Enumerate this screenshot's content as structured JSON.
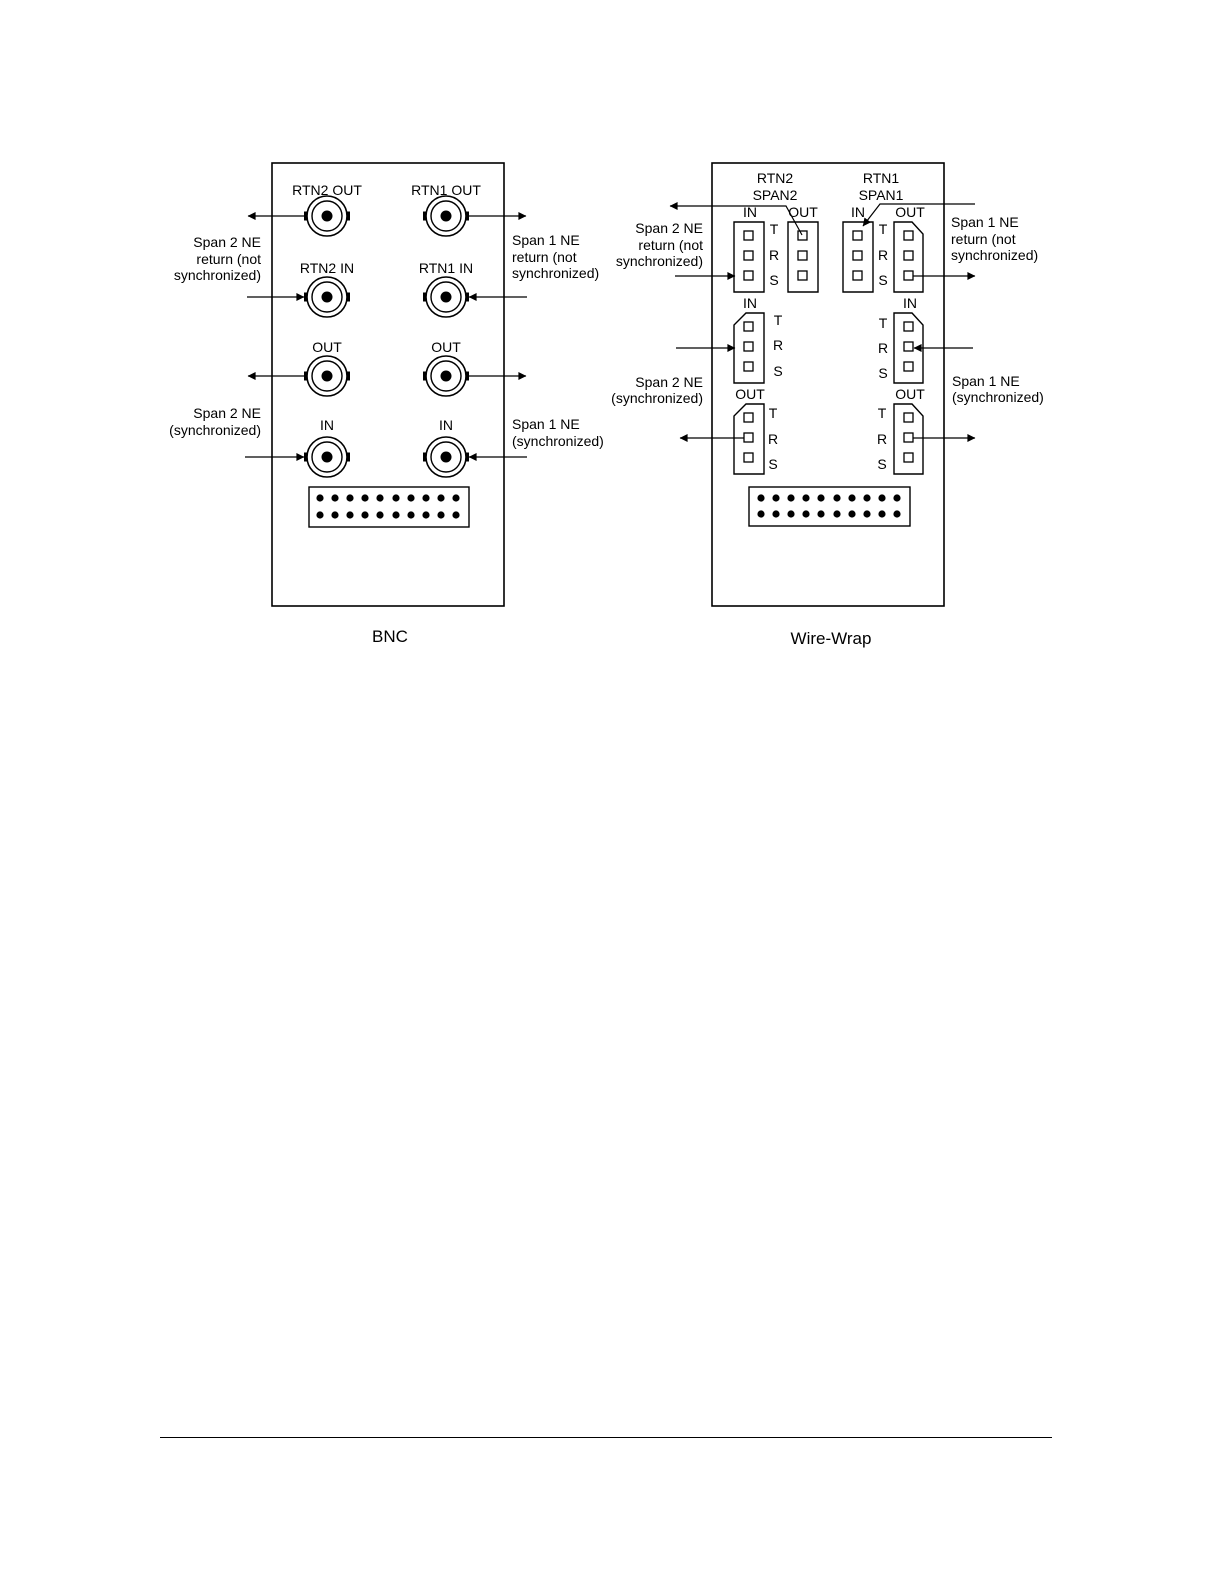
{
  "bnc": {
    "caption": "BNC",
    "labels": {
      "rtn2_out": "RTN2 OUT",
      "rtn1_out": "RTN1 OUT",
      "rtn2_in": "RTN2 IN",
      "rtn1_in": "RTN1 IN",
      "out_left": "OUT",
      "out_right": "OUT",
      "in_left": "IN",
      "in_right": "IN"
    },
    "left_notes": {
      "return_line1": "Span 2 NE",
      "return_line2": "return (not",
      "return_line3": "synchronized)",
      "sync_line1": "Span 2 NE",
      "sync_line2": "(synchronized)"
    },
    "right_notes": {
      "return_line1": "Span 1 NE",
      "return_line2": "return (not",
      "return_line3": "synchronized)",
      "sync_line1": "Span 1 NE",
      "sync_line2": "(synchronized)"
    }
  },
  "wirewrap": {
    "caption": "Wire-Wrap",
    "headers": {
      "rtn2": "RTN2",
      "span2": "SPAN2",
      "rtn1": "RTN1",
      "span1": "SPAN1"
    },
    "port_labels": {
      "top_left_in": "IN",
      "top_left_out": "OUT",
      "top_right_in": "IN",
      "top_right_out": "OUT",
      "mid_left_in": "IN",
      "mid_right_in": "IN",
      "bot_left_out": "OUT",
      "bot_right_out": "OUT"
    },
    "trs": {
      "t": "T",
      "r": "R",
      "s": "S"
    },
    "left_notes": {
      "return_line1": "Span 2 NE",
      "return_line2": "return (not",
      "return_line3": "synchronized)",
      "sync_line1": "Span 2 NE",
      "sync_line2": "(synchronized)"
    },
    "right_notes": {
      "return_line1": "Span 1 NE",
      "return_line2": "return (not",
      "return_line3": "synchronized)",
      "sync_line1": "Span 1 NE",
      "sync_line2": "(synchronized)"
    }
  }
}
